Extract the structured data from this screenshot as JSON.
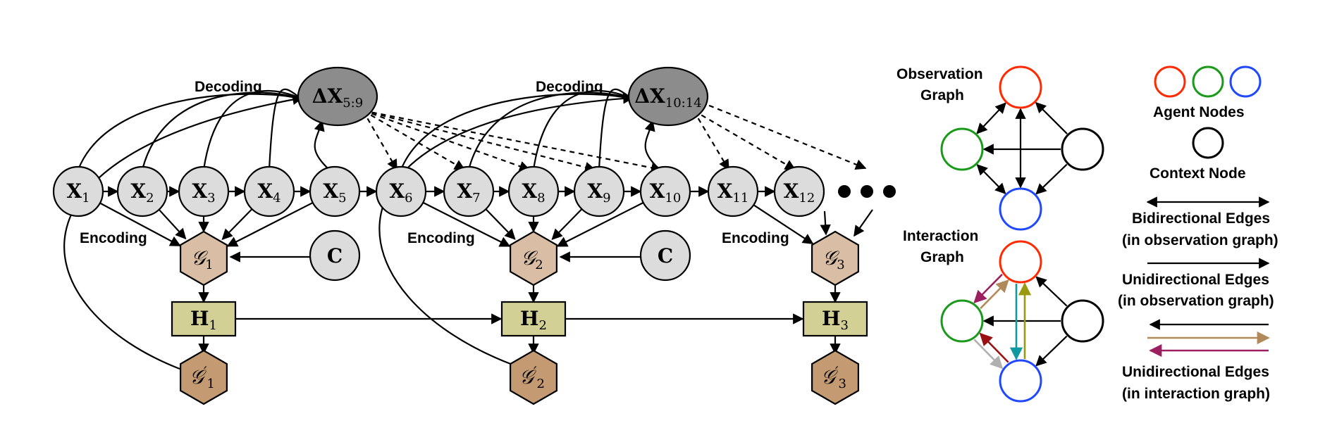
{
  "labels": {
    "decoding": "Decoding",
    "encoding": "Encoding",
    "observation_graph_1": "Observation",
    "observation_graph_2": "Graph",
    "interaction_graph_1": "Interaction",
    "interaction_graph_2": "Graph",
    "agent_nodes": "Agent Nodes",
    "context_node": "Context Node",
    "bidirectional_1": "Bidirectional Edges",
    "bidirectional_2": "(in observation graph)",
    "unidirectional_obs_1": "Unidirectional Edges",
    "unidirectional_obs_2": "(in observation graph)",
    "unidirectional_int_1": "Unidirectional Edges",
    "unidirectional_int_2": "(in interaction graph)"
  },
  "nodes": {
    "x_main": "X",
    "x_subs": [
      "1",
      "2",
      "3",
      "4",
      "5",
      "6",
      "7",
      "8",
      "9",
      "10",
      "11",
      "12"
    ],
    "delta_main": "ΔX",
    "delta_subs": [
      "5:9",
      "10:14"
    ],
    "context": "C",
    "h_main": "H",
    "h_subs": [
      "1",
      "2",
      "3"
    ],
    "g_main": "𝒢",
    "g_subs": [
      "1",
      "2",
      "3"
    ],
    "gp_prime": "′"
  },
  "colors": {
    "x_fill": "#dcdcdc",
    "delta_fill": "#8c8c8c",
    "g_fill": "#d9bda5",
    "gp_fill": "#c49a73",
    "h_fill": "#d2d094",
    "agent_red": "#ff2a00",
    "agent_green": "#1a9a1a",
    "agent_blue": "#1f48ff",
    "edge_tan": "#b08a5a",
    "edge_maroon": "#9a2060",
    "edge_olive": "#9a9a10",
    "edge_teal": "#109aa0",
    "edge_darkred": "#9a1010",
    "edge_gray": "#b0b0b0"
  }
}
